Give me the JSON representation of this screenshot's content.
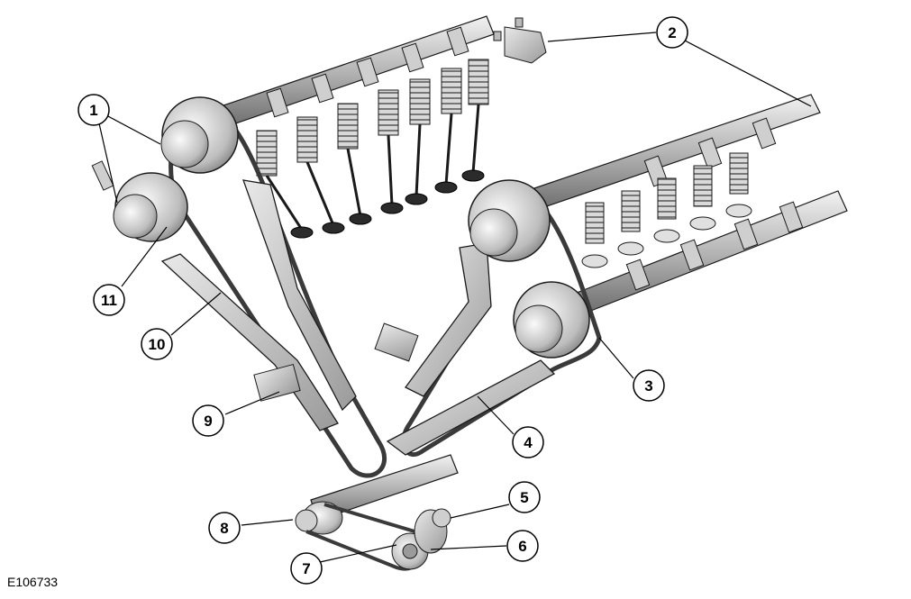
{
  "figure_id": "E106733",
  "callouts": [
    {
      "label": "1"
    },
    {
      "label": "2"
    },
    {
      "label": "3"
    },
    {
      "label": "4"
    },
    {
      "label": "5"
    },
    {
      "label": "6"
    },
    {
      "label": "7"
    },
    {
      "label": "8"
    },
    {
      "label": "9"
    },
    {
      "label": "10"
    },
    {
      "label": "11"
    }
  ],
  "colors": {
    "metal_light": "#e6e6e6",
    "metal_mid": "#bdbdbd",
    "metal_dark": "#7a7a7a",
    "outline": "#1a1a1a",
    "valve_head": "#2b2b2b"
  },
  "icons": [
    "engine-timing-drive-illustration"
  ]
}
